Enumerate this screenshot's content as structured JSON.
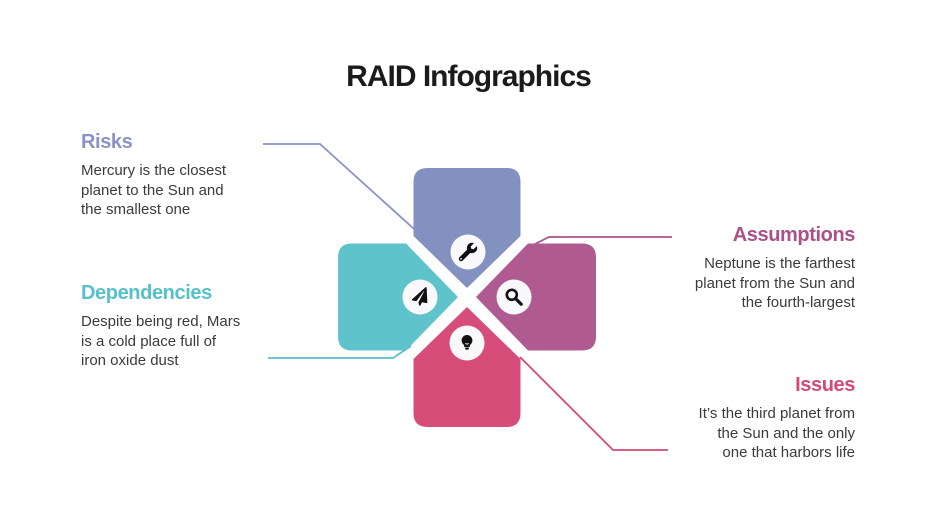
{
  "title": "RAID Infographics",
  "items": {
    "risks": {
      "label": "Risks",
      "description": "Mercury is the closest\nplanet to the Sun and\nthe smallest one",
      "color": "#8a93c5",
      "petal_color": "#8391c1",
      "icon": "wrench-icon"
    },
    "dependencies": {
      "label": "Dependencies",
      "description": "Despite being red, Mars\nis a cold place full of\niron oxide dust",
      "color": "#57c1c9",
      "petal_color": "#5fc3cc",
      "icon": "paper-plane-icon"
    },
    "assumptions": {
      "label": "Assumptions",
      "description": "Neptune is the farthest\nplanet from the Sun and\nthe fourth-largest",
      "color": "#aa518b",
      "petal_color": "#af5b91",
      "icon": "magnifier-icon"
    },
    "issues": {
      "label": "Issues",
      "description": "It’s the third planet from\nthe Sun and the only\none that harbors life",
      "color": "#d44a72",
      "petal_color": "#d54d78",
      "icon": "lightbulb-icon"
    }
  },
  "icon_circle_color": "#f9f9fb",
  "icon_glyph_color": "#111111"
}
